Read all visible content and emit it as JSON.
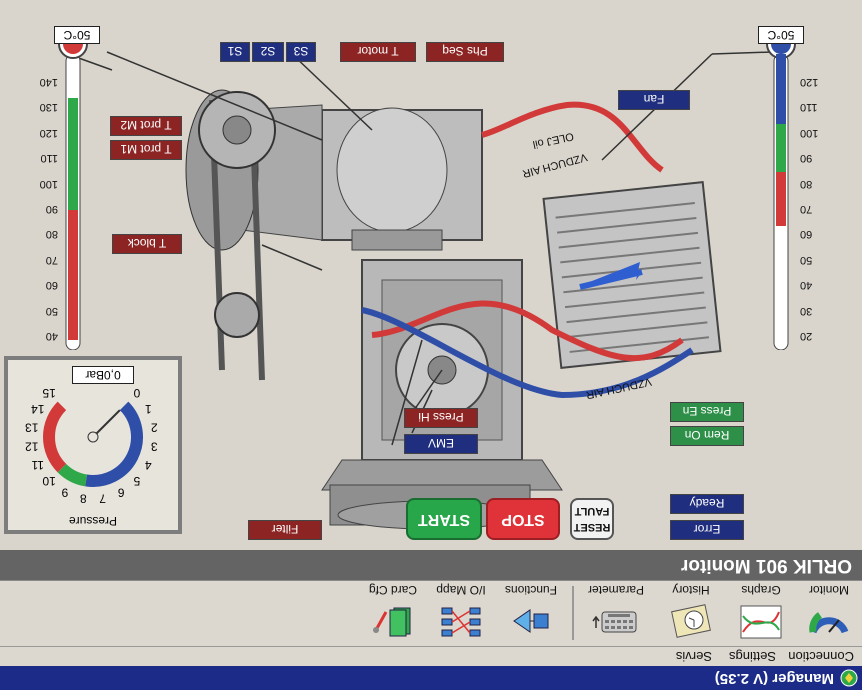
{
  "window": {
    "title": "Manager (V 2.35)"
  },
  "menu": [
    "Connection",
    "Settings",
    "Servis"
  ],
  "toolbar": {
    "monitor": "Monitor",
    "graphs": "Graphs",
    "history": "History",
    "parameter": "Parameter",
    "functions": "Functions",
    "io_mapp": "I/O Mapp",
    "card_cfg": "Card Cfg"
  },
  "panel_title": "ORLIK 901 Monitor",
  "thermometer_left": {
    "value": "50°C",
    "scale": [
      "140",
      "130",
      "120",
      "110",
      "100",
      "90",
      "80",
      "70",
      "60",
      "50",
      "40"
    ],
    "level_fraction": 0.78
  },
  "thermometer_right": {
    "value": "50°C",
    "scale": [
      "120",
      "110",
      "100",
      "90",
      "80",
      "70",
      "60",
      "50",
      "40",
      "30",
      "20"
    ],
    "level_fraction": 0.72
  },
  "gauge": {
    "label": "Pressure",
    "value": "0,0Bar",
    "numbers": [
      "0",
      "1",
      "2",
      "3",
      "4",
      "5",
      "6",
      "7",
      "8",
      "9",
      "10",
      "11",
      "12",
      "13",
      "14",
      "15"
    ],
    "needle_value": 0
  },
  "tags": {
    "s1": "S1",
    "s2": "S2",
    "s3": "S3",
    "t_motor": "T motor",
    "phs_seq": "Phs Seq",
    "t_prot_m2": "T prot M2",
    "t_prot_m1": "T prot M1",
    "t_block": "T block",
    "fan": "Fan",
    "press_hi": "Press Hi",
    "emv": "EMV",
    "filter": "Filter",
    "press_en": "Press En",
    "rem_on": "Rem On",
    "ready": "Ready",
    "error": "Error",
    "oil_label": "OLEJ oil",
    "air_label": "VZDUCH AIR"
  },
  "buttons": {
    "start": "START",
    "stop": "STOP",
    "reset_line1": "RESET",
    "reset_line2": "FAULT"
  },
  "colors": {
    "titlebar": "#1b2b87",
    "panel_header": "#646464",
    "tag_red": "#8b2423",
    "tag_blue": "#1f2e7e",
    "tag_green": "#2e8f48",
    "start": "#27a64a",
    "stop": "#e03339",
    "oil_pipe": "#d23a3a",
    "air_pipe": "#2f4ea8"
  }
}
